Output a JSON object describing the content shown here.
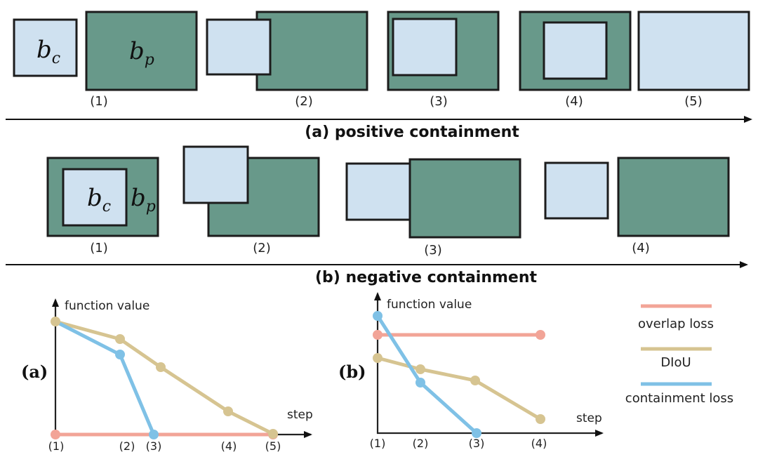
{
  "math": {
    "child_base": "b",
    "child_sub": "c",
    "parent_base": "b",
    "parent_sub": "p"
  },
  "positive": {
    "caption": "(a) positive containment",
    "labels": [
      "(1)",
      "(2)",
      "(3)",
      "(4)",
      "(5)"
    ]
  },
  "negative": {
    "caption": "(b) negative containment",
    "labels": [
      "(1)",
      "(2)",
      "(3)",
      "(4)"
    ]
  },
  "plot_a": {
    "tag": "(a)",
    "ylabel": "function value",
    "xlabel": "step",
    "ticks": [
      "(1)",
      "(2)",
      "(3)",
      "(4)",
      "(5)"
    ]
  },
  "plot_b": {
    "tag": "(b)",
    "ylabel": "function value",
    "xlabel": "step",
    "ticks": [
      "(1)",
      "(2)",
      "(3)",
      "(4)"
    ]
  },
  "legend": {
    "items": [
      {
        "label": "overlap loss",
        "color": "#f2a497"
      },
      {
        "label": "DIoU",
        "color": "#d6c491"
      },
      {
        "label": "containment loss",
        "color": "#7fc1e6"
      }
    ]
  },
  "colors": {
    "green": "#68998a",
    "blue": "#cfe1f0"
  }
}
